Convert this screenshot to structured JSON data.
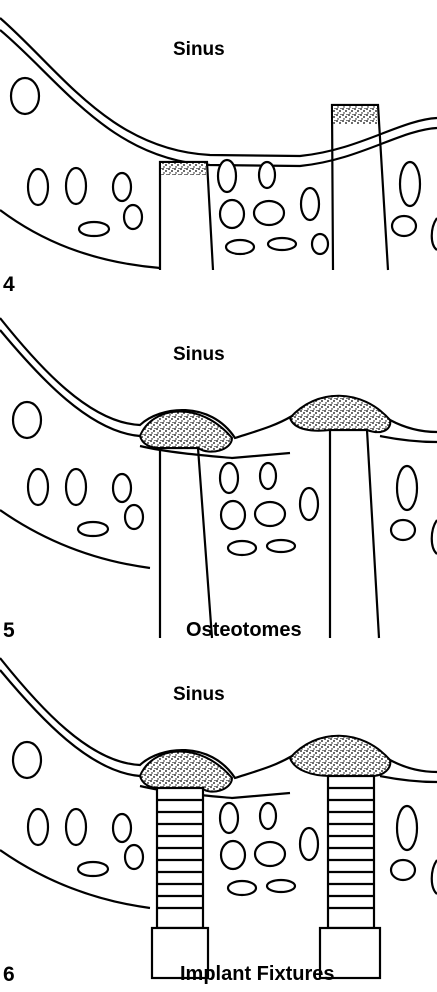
{
  "panels": [
    {
      "number": "4",
      "sinus_label": "Sinus",
      "caption": ""
    },
    {
      "number": "5",
      "sinus_label": "Sinus",
      "caption": "Osteotomes"
    },
    {
      "number": "6",
      "sinus_label": "Sinus",
      "caption": "Implant Fixtures"
    }
  ],
  "colors": {
    "line": "#000000",
    "background": "#ffffff",
    "graft": "#8a8a8a"
  }
}
